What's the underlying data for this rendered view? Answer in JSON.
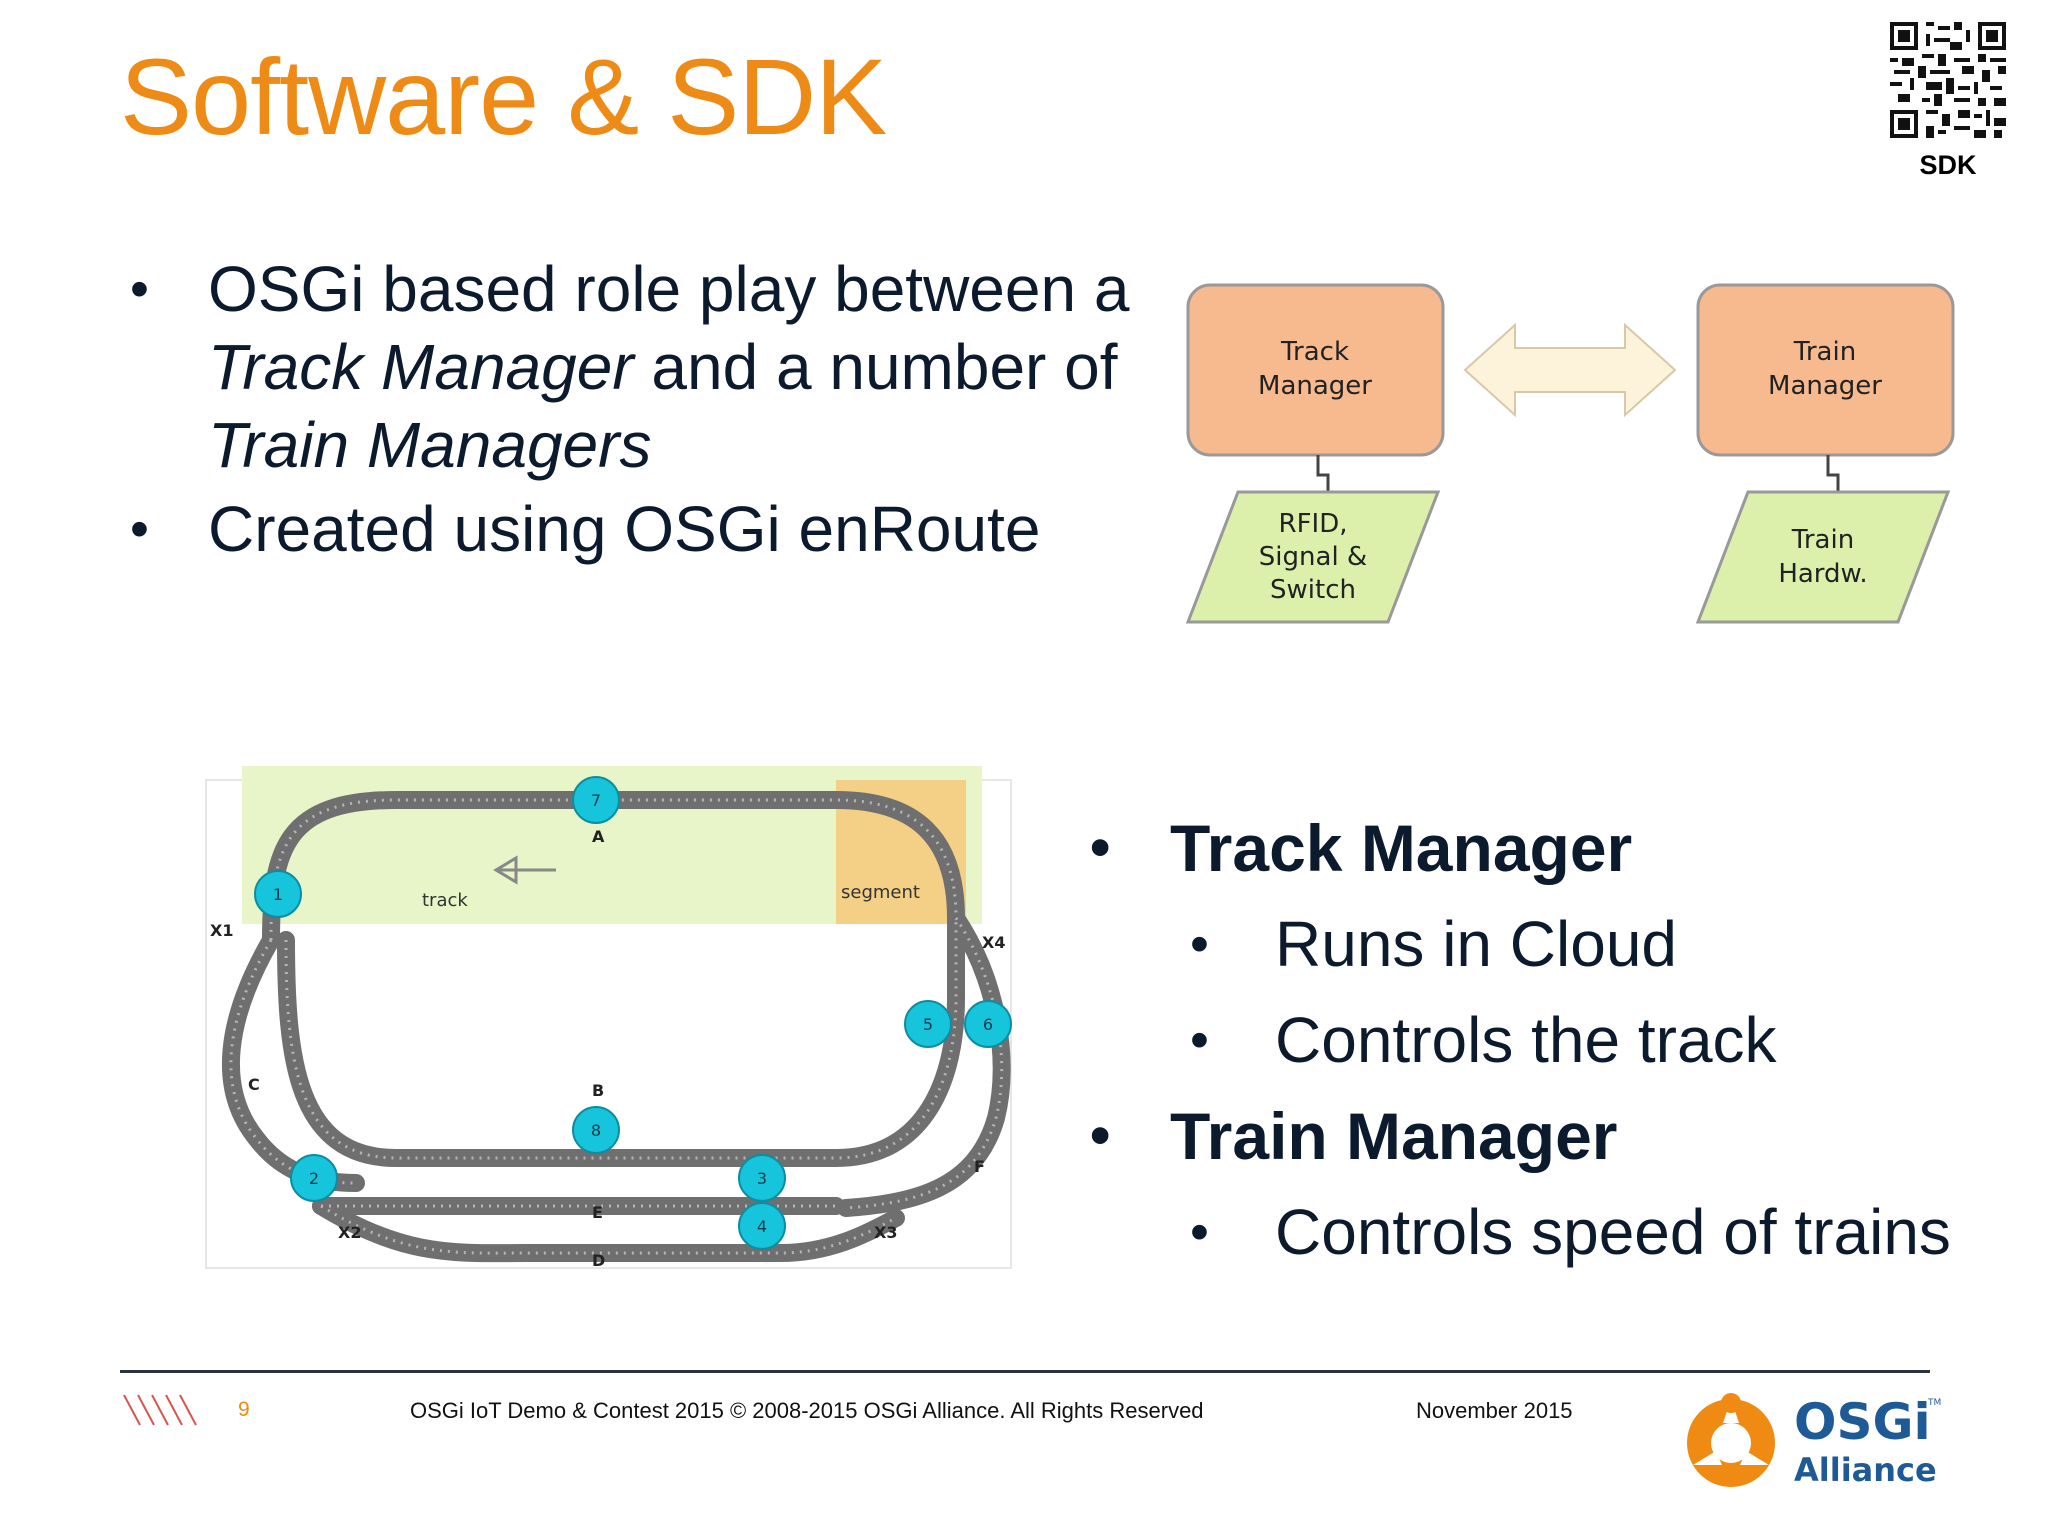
{
  "slide": {
    "title": "Software & SDK",
    "qr_label": "SDK",
    "bullets_top": [
      {
        "bullet": "•",
        "parts": [
          "OSGi based role play between a ",
          "Track Manager",
          " and a number of ",
          "Train Managers"
        ]
      },
      {
        "bullet": "•",
        "text": "Created using OSGi enRoute"
      }
    ],
    "diagram": {
      "track_manager": [
        "Track",
        "Manager"
      ],
      "train_manager": [
        "Train",
        "Manager"
      ],
      "rfid": [
        "RFID,",
        "Signal &",
        "Switch"
      ],
      "train_hw": [
        "Train",
        "Hardw."
      ]
    },
    "track_layout": {
      "labels": {
        "track": "track",
        "segment": "segment",
        "A": "A",
        "B": "B",
        "C": "C",
        "D": "D",
        "E": "E",
        "F": "F",
        "X1": "X1",
        "X2": "X2",
        "X3": "X3",
        "X4": "X4"
      },
      "nodes": [
        "1",
        "2",
        "3",
        "4",
        "5",
        "6",
        "7",
        "8"
      ]
    },
    "bullets_bottom": [
      {
        "bullet": "•",
        "text": "Track Manager",
        "sub": [
          "Runs in Cloud",
          "Controls the track"
        ]
      },
      {
        "bullet": "•",
        "text": "Train Manager",
        "sub": [
          "Controls speed of trains"
        ]
      }
    ],
    "sub_bullet": "•"
  },
  "footer": {
    "page_number": "9",
    "copyright": "OSGi IoT Demo & Contest 2015 © 2008-2015 OSGi Alliance. All Rights Reserved",
    "date": "November 2015",
    "logo_text_top": "OSGi",
    "logo_text_bottom": "Alliance",
    "logo_tm": "TM"
  },
  "colors": {
    "title": "#ee8a16",
    "box_orange": "#f7b98e",
    "box_green": "#dcefab",
    "node_cyan": "#16c4dc",
    "track_highlight": "#e7f5c9",
    "segment_highlight": "#f5c97a",
    "logo_blue": "#1e5a96"
  }
}
